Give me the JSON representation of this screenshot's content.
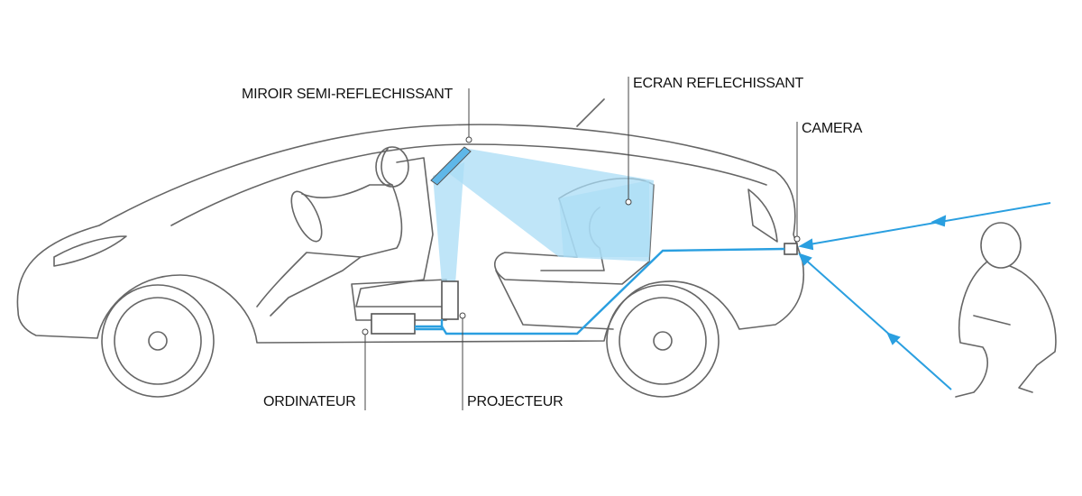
{
  "labels": {
    "mirror": "MIROIR SEMI-REFLECHISSANT",
    "screen": "ECRAN REFLECHISSANT",
    "camera": "CAMERA",
    "computer": "ORDINATEUR",
    "projector": "PROJECTEUR"
  },
  "colors": {
    "cable": "#2a9fe0",
    "projection": "#a9dcf5",
    "outline": "#555555"
  }
}
